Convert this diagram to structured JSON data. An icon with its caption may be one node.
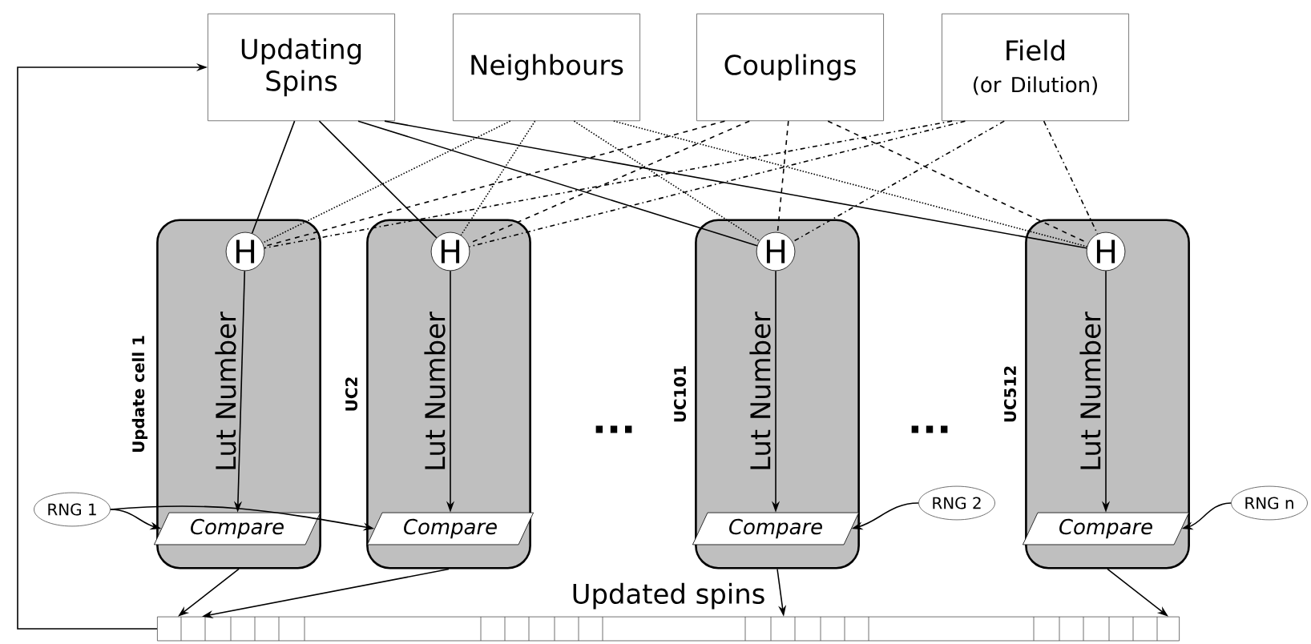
{
  "diagram": {
    "nodes": [
      {
        "text": [
          "Updating Spins"
        ]
      },
      {
        "text": [
          "Neighbours"
        ]
      },
      {
        "text": [
          "Couplings"
        ]
      },
      {
        "text": [
          "Field",
          "(or Dilution)"
        ]
      },
      {
        "text": [],
        "shape": "box",
        "beside": [
          "Update cell 1"
        ]
      },
      {
        "text": [],
        "shape": "box",
        "beside": [
          "UC2"
        ]
      },
      {
        "text": [],
        "shape": "box",
        "beside": [
          "UC101"
        ]
      },
      {
        "text": [],
        "shape": "box",
        "beside": [
          "UC512"
        ]
      },
      {
        "text": [
          "H"
        ],
        "in": 4
      },
      {
        "text": [
          "H"
        ],
        "in": 5
      },
      {
        "text": [
          "H"
        ],
        "in": 6
      },
      {
        "text": [
          "H"
        ],
        "in": 7
      },
      {
        "text": [
          "Compare"
        ],
        "in": 4
      },
      {
        "text": [
          "Compare"
        ],
        "in": 5
      },
      {
        "text": [
          "Compare"
        ],
        "in": 6
      },
      {
        "text": [
          "Compare"
        ],
        "in": 7
      },
      {
        "text": [
          "RNG 1"
        ]
      },
      {
        "text": [
          "RNG 2"
        ]
      },
      {
        "text": [
          "RNG n"
        ]
      },
      {
        "text": [
          "Updated spins"
        ]
      }
    ],
    "edges": [
      {
        "from": 0,
        "to": 8,
        "arrow": "none"
      },
      {
        "from": 0,
        "to": 9,
        "arrow": "none"
      },
      {
        "from": 0,
        "to": 10,
        "arrow": "none"
      },
      {
        "from": 0,
        "to": 11,
        "arrow": "none"
      },
      {
        "from": 1,
        "to": 8,
        "arrow": "none",
        "style": "dashed"
      },
      {
        "from": 1,
        "to": 9,
        "arrow": "none",
        "style": "dashed"
      },
      {
        "from": 1,
        "to": 10,
        "arrow": "none",
        "style": "dashed"
      },
      {
        "from": 1,
        "to": 11,
        "arrow": "none",
        "style": "dashed"
      },
      {
        "from": 2,
        "to": 8,
        "arrow": "none",
        "style": "dashed"
      },
      {
        "from": 2,
        "to": 9,
        "arrow": "none",
        "style": "dashed"
      },
      {
        "from": 2,
        "to": 10,
        "arrow": "none",
        "style": "dashed"
      },
      {
        "from": 2,
        "to": 11,
        "arrow": "none",
        "style": "dashed"
      },
      {
        "from": 3,
        "to": 8,
        "arrow": "none",
        "style": "dashed"
      },
      {
        "from": 3,
        "to": 9,
        "arrow": "none",
        "style": "dashed"
      },
      {
        "from": 3,
        "to": 10,
        "arrow": "none",
        "style": "dashed"
      },
      {
        "from": 3,
        "to": 11,
        "arrow": "none",
        "style": "dashed"
      },
      {
        "from": 8,
        "to": 12,
        "arrow": "to",
        "label": "Lut Number"
      },
      {
        "from": 9,
        "to": 13,
        "arrow": "to",
        "label": "Lut Number"
      },
      {
        "from": 10,
        "to": 14,
        "arrow": "to",
        "label": "Lut Number"
      },
      {
        "from": 11,
        "to": 15,
        "arrow": "to",
        "label": "Lut Number"
      },
      {
        "from": 16,
        "to": 12,
        "arrow": "to"
      },
      {
        "from": 16,
        "to": 13,
        "arrow": "to"
      },
      {
        "from": 17,
        "to": 14,
        "arrow": "to"
      },
      {
        "from": 18,
        "to": 15,
        "arrow": "to"
      },
      {
        "from": 4,
        "to": 19,
        "arrow": "to"
      },
      {
        "from": 5,
        "to": 19,
        "arrow": "to"
      },
      {
        "from": 6,
        "to": 19,
        "arrow": "to"
      },
      {
        "from": 7,
        "to": 19,
        "arrow": "to"
      },
      {
        "from": 19,
        "to": 0,
        "arrow": "to"
      }
    ],
    "labels": [
      "...",
      "..."
    ]
  }
}
